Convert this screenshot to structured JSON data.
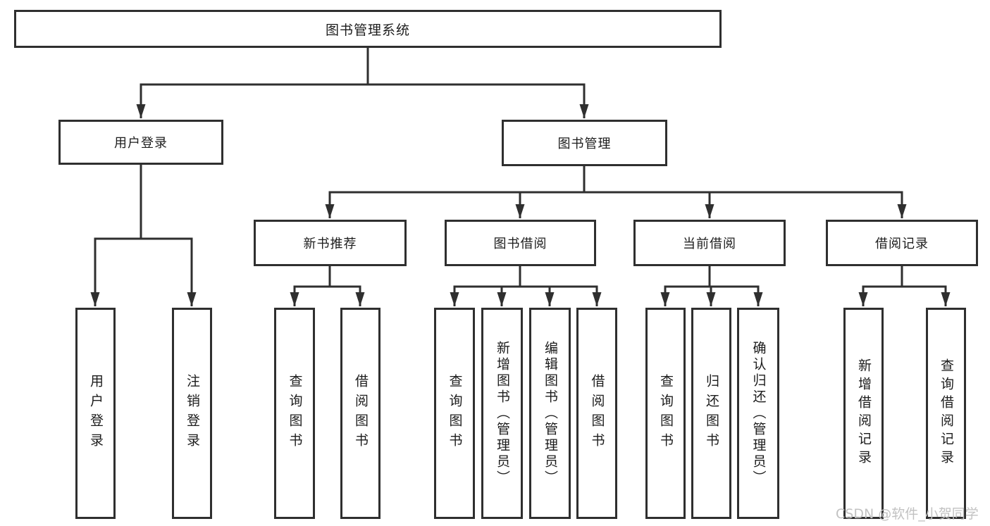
{
  "diagram": {
    "root": {
      "label": "图书管理系统"
    },
    "branches": [
      {
        "label": "用户登录",
        "leaves": [
          {
            "label": "用户登录"
          },
          {
            "label": "注销登录"
          }
        ]
      },
      {
        "label": "图书管理",
        "groups": [
          {
            "label": "新书推荐",
            "leaves": [
              {
                "label": "查询图书"
              },
              {
                "label": "借阅图书"
              }
            ]
          },
          {
            "label": "图书借阅",
            "leaves": [
              {
                "label": "查询图书"
              },
              {
                "label": "新增图书（管理员）"
              },
              {
                "label": "编辑图书（管理员）"
              },
              {
                "label": "借阅图书"
              }
            ]
          },
          {
            "label": "当前借阅",
            "leaves": [
              {
                "label": "查询图书"
              },
              {
                "label": "归还图书"
              },
              {
                "label": "确认归还（管理员）"
              }
            ]
          },
          {
            "label": "借阅记录",
            "leaves": [
              {
                "label": "新增借阅记录"
              },
              {
                "label": "查询借阅记录"
              }
            ]
          }
        ]
      }
    ]
  },
  "watermark": {
    "text": "CSDN @软件_小贺同学",
    "color": "#c2c2c2"
  },
  "colors": {
    "line": "#2f2f2f",
    "box_border": "#2f2f2f",
    "box_fill": "#ffffff",
    "text": "#1c1c1c",
    "background": "#ffffff"
  }
}
